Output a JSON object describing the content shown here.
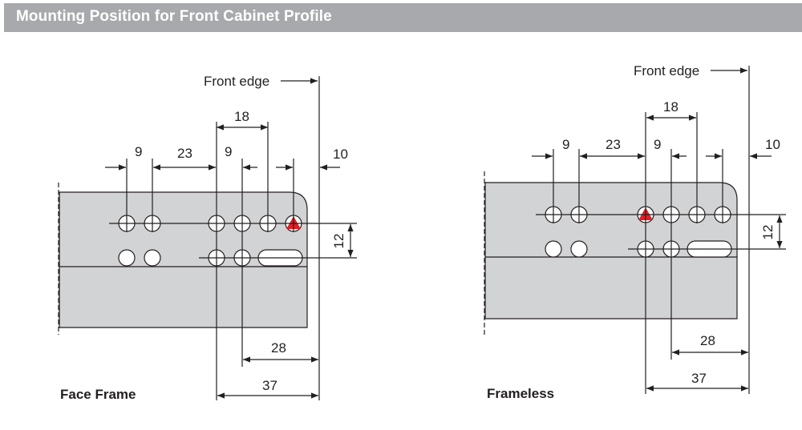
{
  "header": {
    "title": "Mounting Position for Front Cabinet Profile"
  },
  "diagrams": [
    {
      "caption": "Face Frame",
      "front_edge_label": "Front edge",
      "dims": {
        "d9a": "9",
        "d23": "23",
        "d9b": "9",
        "d18": "18",
        "d10": "10",
        "d12": "12",
        "d28": "28",
        "d37": "37"
      }
    },
    {
      "caption": "Frameless",
      "front_edge_label": "Front edge",
      "dims": {
        "d9a": "9",
        "d23": "23",
        "d9b": "9",
        "d18": "18",
        "d10": "10",
        "d12": "12",
        "d28": "28",
        "d37": "37"
      }
    }
  ],
  "colors": {
    "header": "#a7a9ac",
    "panel": "#d1d3d4",
    "marker": "#e31e24",
    "line": "#231f20"
  }
}
